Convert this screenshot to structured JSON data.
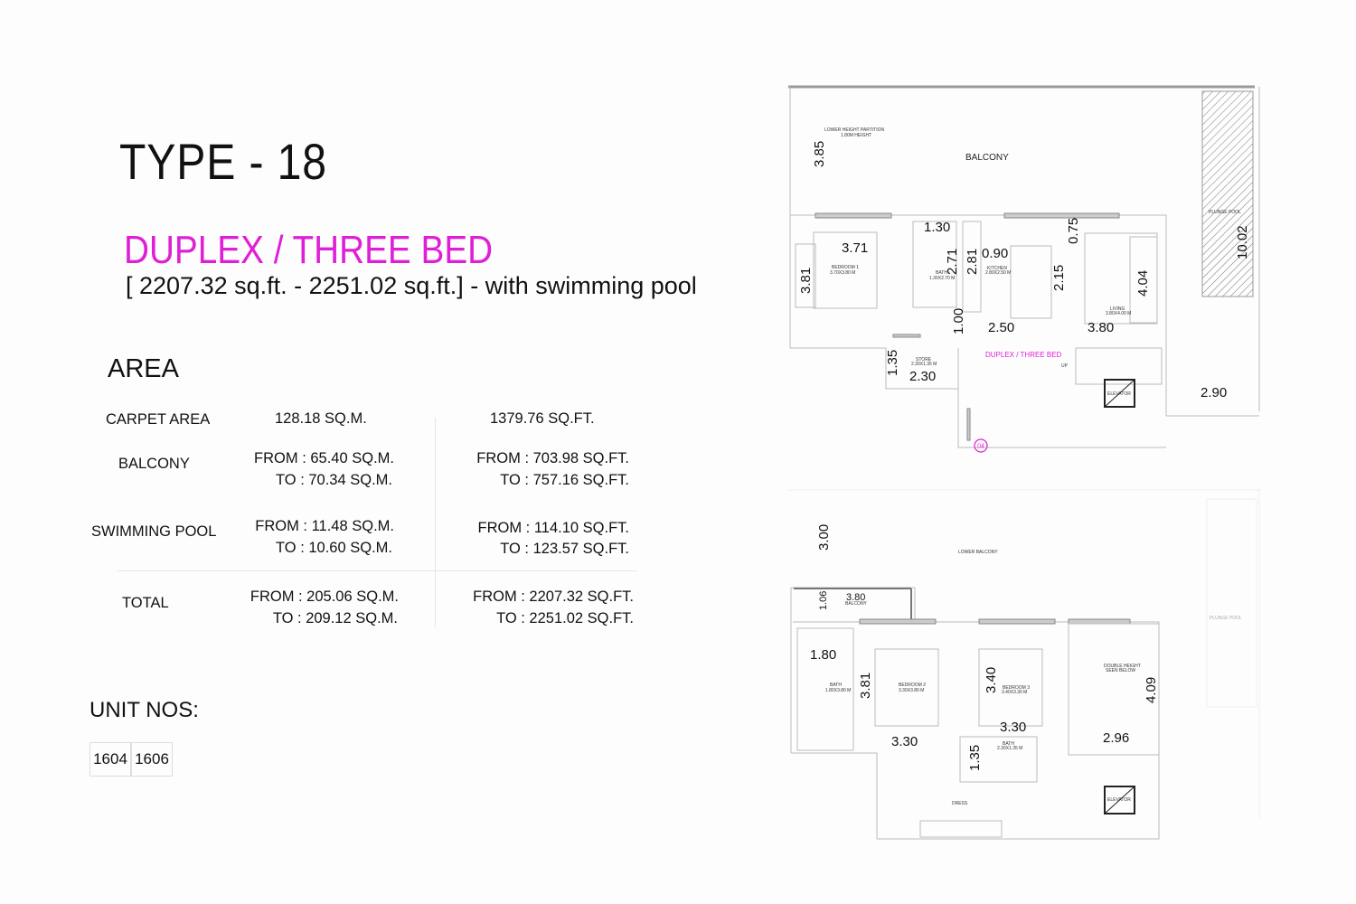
{
  "header": {
    "title": "TYPE - 18",
    "subtitle": "DUPLEX / THREE BED",
    "range": "[ 2207.32 sq.ft. - 2251.02 sq.ft.] - with swimming pool"
  },
  "area": {
    "heading": "AREA",
    "rows": [
      {
        "label": "CARPET AREA",
        "sqm": [
          "128.18 SQ.M."
        ],
        "sqft": [
          "1379.76 SQ.FT."
        ]
      },
      {
        "label": "BALCONY",
        "sqm": [
          "FROM : 65.40 SQ.M.",
          "TO : 70.34 SQ.M."
        ],
        "sqft": [
          "FROM : 703.98 SQ.FT.",
          "TO : 757.16 SQ.FT."
        ]
      },
      {
        "label": "SWIMMING POOL",
        "sqm": [
          "FROM : 11.48 SQ.M.",
          "TO : 10.60 SQ.M."
        ],
        "sqft": [
          "FROM : 114.10 SQ.FT.",
          "TO : 123.57 SQ.FT."
        ]
      },
      {
        "label": "TOTAL",
        "sqm": [
          "FROM : 205.06 SQ.M.",
          "TO : 209.12 SQ.M."
        ],
        "sqft": [
          "FROM : 2207.32 SQ.FT.",
          "TO : 2251.02 SQ.FT."
        ]
      }
    ]
  },
  "units": {
    "heading": "UNIT NOS:",
    "numbers": [
      "1604",
      "1606"
    ]
  },
  "upper_plan": {
    "partition_note": [
      "LOWER HEIGHT PARTITION",
      "1.80M HEIGHT"
    ],
    "balcony": "BALCONY",
    "plunge_pool": "PLUNGE POOL",
    "bedroom": [
      "BEDROOM 1",
      "3.70X3.80 M"
    ],
    "bath": [
      "BATH",
      "1.30X2.70 M"
    ],
    "kitchen": [
      "KITCHEN",
      "2.80X2.50 M"
    ],
    "living": [
      "LIVING",
      "3.80X4.00 M"
    ],
    "store": [
      "STORE",
      "2.30X1.35 M"
    ],
    "unit_label": "DUPLEX / THREE BED",
    "up": "UP",
    "elevator": "ELEVATOR",
    "marker": "04",
    "dims": {
      "balcony_depth": "3.85",
      "bed1_w": "3.71",
      "bed1_d": "3.81",
      "bath_w": "1.30",
      "bath_d": "2.71",
      "kitchen_d": "2.81",
      "kitchen_w": "0.90",
      "d075": "0.75",
      "d215": "2.15",
      "living_d": "4.04",
      "pool_len": "10.02",
      "d100": "1.00",
      "d250": "2.50",
      "living_w": "3.80",
      "store_d": "1.35",
      "store_w": "2.30",
      "d290": "2.90"
    }
  },
  "lower_plan": {
    "lower_balcony": "LOWER BALCONY",
    "plunge_pool": "PLUNGE POOL",
    "balcony": "BALCONY",
    "bath1": [
      "BATH",
      "1.80X3.80 M"
    ],
    "bedroom2": [
      "BEDROOM 2",
      "3.30X3.80 M"
    ],
    "bedroom3": [
      "BEDROOM 3",
      "3.40X3.30 M"
    ],
    "double_height": [
      "DOUBLE HEIGHT",
      "SEEN BELOW"
    ],
    "bath2": [
      "BATH",
      "2.30X1.35 M"
    ],
    "dress": "DRESS",
    "elevator": "ELEVATOR",
    "dims": {
      "d300": "3.00",
      "d106": "1.06",
      "balc_w": "3.80",
      "bath_w": "1.80",
      "bed2_d": "3.81",
      "bed3_d": "3.40",
      "dh_d": "4.09",
      "bed2_w": "3.30",
      "bed3_w": "3.30",
      "dh_w": "2.96",
      "bath2_d": "1.35"
    }
  },
  "colors": {
    "accent": "#df1fd6",
    "text": "#111111"
  }
}
